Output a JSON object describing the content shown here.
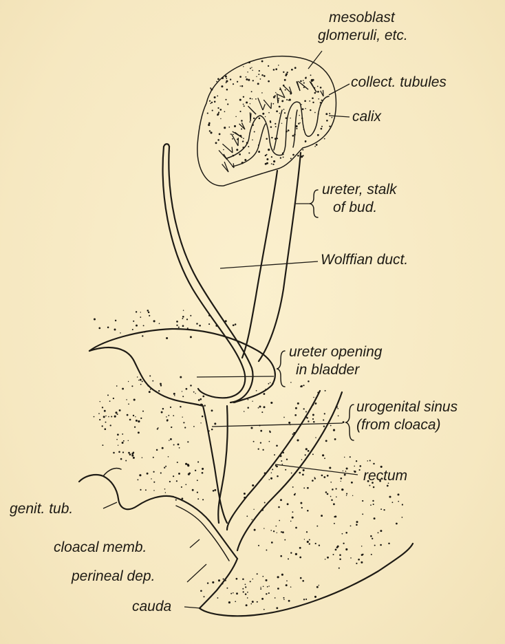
{
  "labels": {
    "mesoblast_line1": "mesoblast",
    "mesoblast_line2": "glomeruli, etc.",
    "collect_tubules": "collect. tubules",
    "calix": "calix",
    "ureter_stalk_line1": "ureter, stalk",
    "ureter_stalk_line2": "of bud.",
    "wolffian_duct": "Wolffian duct.",
    "ureter_opening_line1": "ureter opening",
    "ureter_opening_line2": "in bladder",
    "urogenital_line1": "urogenital sinus",
    "urogenital_line2": "(from cloaca)",
    "rectum": "rectum",
    "genit_tub": "genit. tub.",
    "cloacal_memb": "cloacal memb.",
    "perineal_dep": "perineal dep.",
    "cauda": "cauda"
  },
  "colors": {
    "paper": "#f7ebc4",
    "ink": "#1e1b15"
  }
}
